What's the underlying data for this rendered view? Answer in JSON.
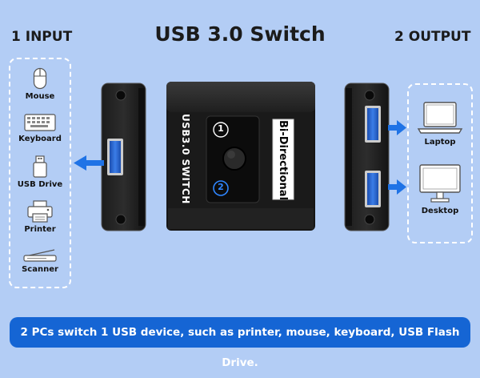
{
  "title": "USB 3.0 Switch",
  "input": {
    "heading": "1 INPUT",
    "devices": [
      {
        "label": "Mouse",
        "icon": "mouse-icon"
      },
      {
        "label": "Keyboard",
        "icon": "keyboard-icon"
      },
      {
        "label": "USB Drive",
        "icon": "usb-drive-icon"
      },
      {
        "label": "Printer",
        "icon": "printer-icon"
      },
      {
        "label": "Scanner",
        "icon": "scanner-icon"
      }
    ]
  },
  "output": {
    "heading": "2 OUTPUT",
    "devices": [
      {
        "label": "Laptop",
        "icon": "laptop-icon"
      },
      {
        "label": "Desktop",
        "icon": "desktop-icon"
      }
    ]
  },
  "switch": {
    "label": "USB3.0 SWITCH",
    "badge": "Bi-Directional",
    "port1": "1",
    "port2": "2"
  },
  "banner": "2 PCs switch 1 USB device, such as printer, mouse, keyboard, USB Flash Drive.",
  "colors": {
    "background": "#b3cdf5",
    "banner": "#1565d4",
    "arrow": "#1f73e6",
    "device": "#ffffff"
  }
}
